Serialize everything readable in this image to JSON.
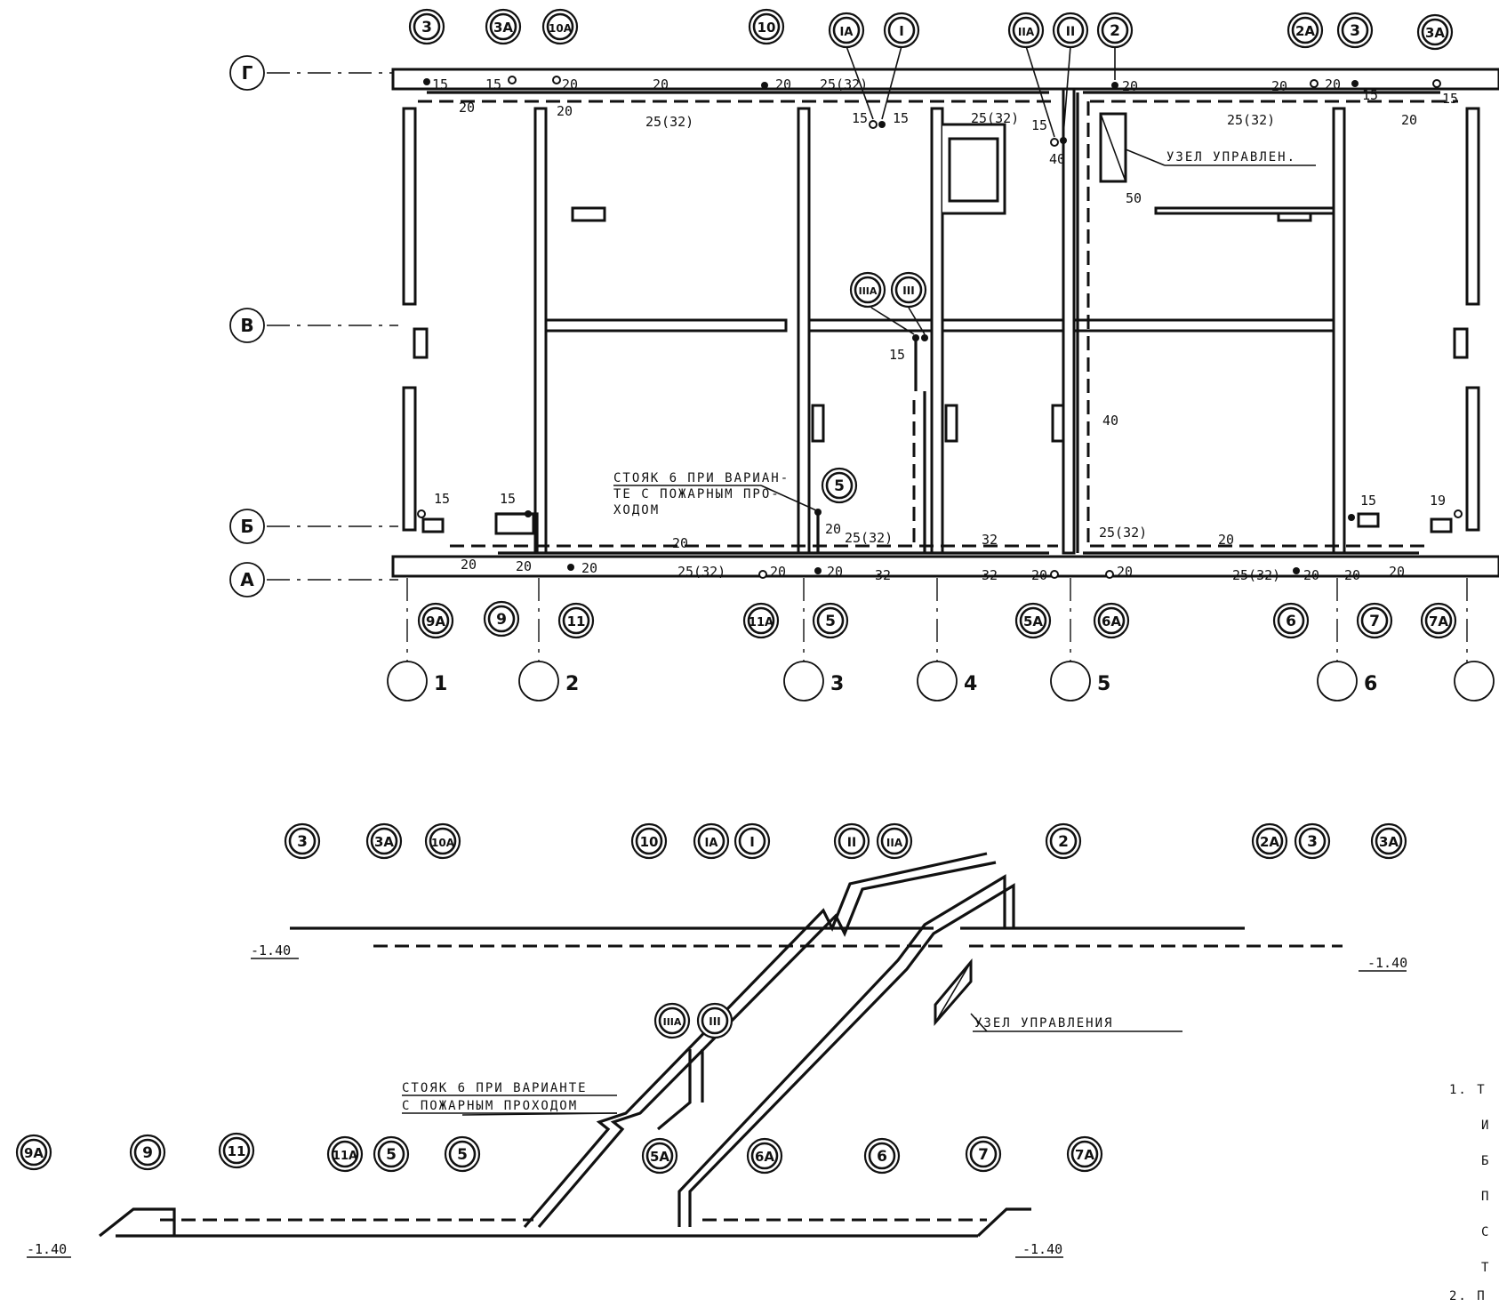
{
  "plan": {
    "row_axes": [
      "Г",
      "В",
      "Б",
      "А"
    ],
    "col_axes": [
      "1",
      "2",
      "3",
      "4",
      "5",
      "6"
    ],
    "top_risers": [
      "3",
      "3А",
      "10А",
      "10",
      "IА",
      "I",
      "IIА",
      "II",
      "2",
      "2А",
      "3",
      "3А"
    ],
    "bottom_risers": [
      "9А",
      "9",
      "11",
      "11А",
      "5",
      "5А",
      "6А",
      "6",
      "7",
      "7А"
    ],
    "riser_5_label": "5",
    "riser_III_labels": [
      "IIIА",
      "III"
    ],
    "control_unit_label": "УЗЕЛ УПРАВЛЕН.",
    "riser6_note": [
      "СТОЯК 6 ПРИ ВАРИАН-",
      "ТЕ С ПОЖАРНЫМ ПРО-",
      "ХОДОМ"
    ],
    "dims": {
      "d15": "15",
      "d20": "20",
      "d25": "25(32)",
      "d32": "32",
      "d40": "40",
      "d50": "50",
      "d19": "19"
    }
  },
  "axon": {
    "top_risers": [
      "3",
      "3А",
      "10А",
      "10",
      "IА",
      "I",
      "II",
      "IIА",
      "2",
      "2А",
      "3",
      "3А"
    ],
    "bottom_risers": [
      "9А",
      "9",
      "11",
      "11А",
      "5",
      "5",
      "5А",
      "6А",
      "6",
      "7",
      "7А"
    ],
    "mid_risers": [
      "IIIА",
      "III"
    ],
    "control_unit_label": "УЗЕЛ УПРАВЛЕНИЯ",
    "riser6_note": [
      "СТОЯК 6 ПРИ ВАРИАНТЕ",
      "С ПОЖАРНЫМ ПРОХОДОМ"
    ],
    "elevations": [
      "-1.40",
      "-1.40",
      "-1.40",
      "-1.40"
    ]
  },
  "notes": {
    "n1": "1. Т",
    "l2": "И",
    "l3": "Б",
    "l4": "П",
    "l5": "С",
    "l6": "Т",
    "n2": "2. П"
  }
}
